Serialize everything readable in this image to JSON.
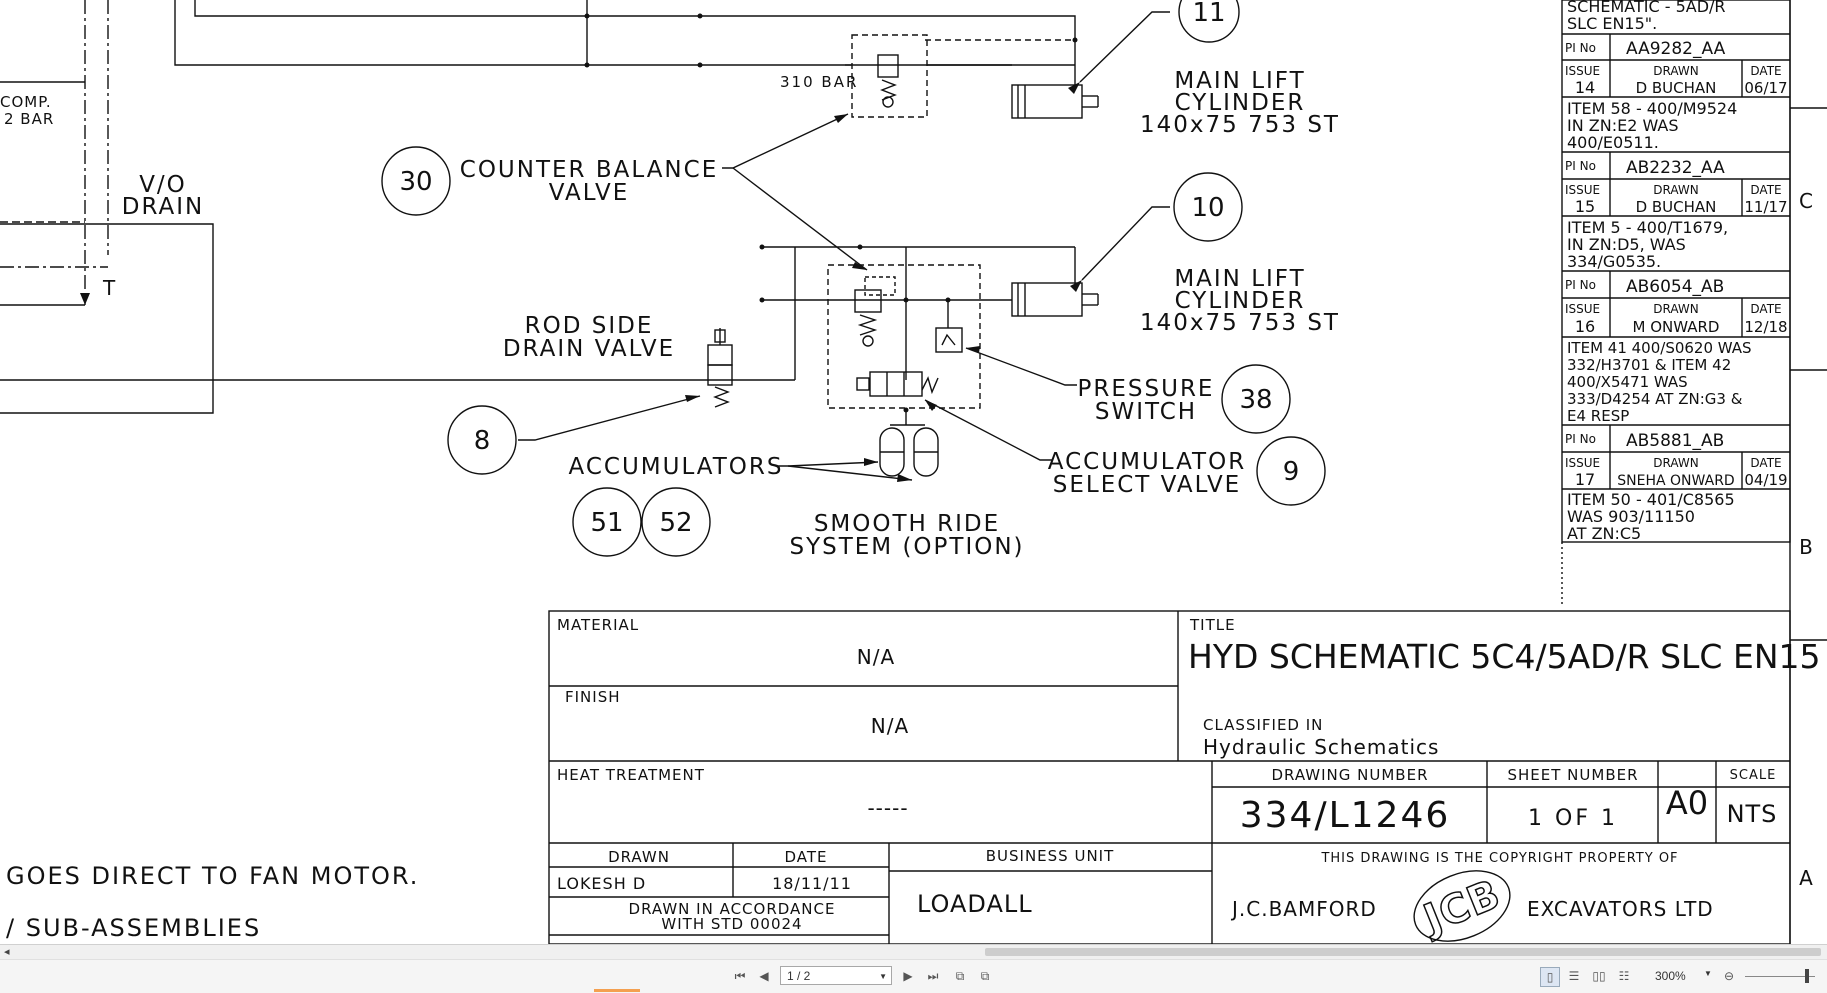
{
  "drawing": {
    "labels": {
      "bar310": "310 BAR",
      "main_lift_1_l1": "MAIN LIFT",
      "main_lift_1_l2": "CYLINDER",
      "main_lift_1_l3": "140x75 753 ST",
      "main_lift_2_l1": "MAIN LIFT",
      "main_lift_2_l2": "CYLINDER",
      "main_lift_2_l3": "140x75 753 ST",
      "cbv_l1": "COUNTER BALANCE",
      "cbv_l2": "VALVE",
      "vo_l1": "V/O",
      "vo_l2": "DRAIN",
      "comp_l1": "COMP.",
      "comp_l2": "2 BAR",
      "t_port": "T",
      "rod_l1": "ROD SIDE",
      "rod_l2": "DRAIN VALVE",
      "pressure_l1": "PRESSURE",
      "pressure_l2": "SWITCH",
      "accumulators": "ACCUMULATORS",
      "acc_sel_l1": "ACCUMULATOR",
      "acc_sel_l2": "SELECT VALVE",
      "smooth_l1": "SMOOTH RIDE",
      "smooth_l2": "SYSTEM (OPTION)",
      "fan_note": "GOES DIRECT TO FAN MOTOR.",
      "sub_note": "/ SUB-ASSEMBLIES"
    },
    "balloons": {
      "b11": "11",
      "b30": "30",
      "b10": "10",
      "b38": "38",
      "b8": "8",
      "b9": "9",
      "b51": "51",
      "b52": "52"
    },
    "revision_block": {
      "top_l1": "SCHEMATIC - 5AD/R",
      "top_l2": "SLC EN15\".",
      "pi_label": "PI No",
      "issue_label": "ISSUE",
      "drawn_label": "DRAWN",
      "date_label": "DATE",
      "revisions": [
        {
          "pi": "AA9282_AA",
          "issue": "14",
          "drawn": "D BUCHAN",
          "date": "06/17",
          "notes": [
            "ITEM 58 - 400/M9524",
            "IN ZN:E2 WAS",
            "400/E0511."
          ]
        },
        {
          "pi": "AB2232_AA",
          "issue": "15",
          "drawn": "D BUCHAN",
          "date": "11/17",
          "notes": [
            "ITEM 5 - 400/T1679,",
            "IN ZN:D5, WAS",
            "334/G0535."
          ]
        },
        {
          "pi": "AB6054_AB",
          "issue": "16",
          "drawn": "M ONWARD",
          "date": "12/18",
          "notes": [
            "ITEM 41 400/S0620 WAS",
            "332/H3701 & ITEM 42",
            "400/X5471 WAS",
            "333/D4254 AT ZN:G3 &",
            "E4 RESP"
          ]
        },
        {
          "pi": "AB5881_AB",
          "issue": "17",
          "drawn": "SNEHA ONWARD",
          "date": "04/19",
          "notes": [
            "ITEM 50 - 401/C8565",
            "WAS 903/11150",
            "AT ZN:C5"
          ]
        }
      ]
    },
    "zones": {
      "c": "C",
      "b": "B",
      "a": "A"
    },
    "title_block": {
      "material_label": "MATERIAL",
      "material_value": "N/A",
      "finish_label": "FINISH",
      "finish_value": "N/A",
      "heat_label": "HEAT TREATMENT",
      "heat_value": "-----",
      "title_label": "TITLE",
      "title_value": "HYD SCHEMATIC 5C4/5AD/R SLC EN15",
      "classified_label": "CLASSIFIED IN",
      "classified_value": "Hydraulic Schematics",
      "drawing_number_label": "DRAWING NUMBER",
      "drawing_number_value": "334/L1246",
      "sheet_label": "SHEET NUMBER",
      "sheet_value": "1 OF 1",
      "size_value": "A0",
      "scale_label": "SCALE",
      "scale_value": "NTS",
      "drawn_label": "DRAWN",
      "drawn_value": "LOKESH D",
      "date_label": "DATE",
      "date_value": "18/11/11",
      "business_unit_label": "BUSINESS UNIT",
      "business_unit_value": "LOADALL",
      "accordance_l1": "DRAWN IN ACCORDANCE",
      "accordance_l2": "WITH STD 00024",
      "copyright": "THIS DRAWING IS THE COPYRIGHT PROPERTY OF",
      "company_left": "J.C.BAMFORD",
      "company_right": "EXCAVATORS LTD",
      "logo_text": "JCB"
    }
  },
  "viewer": {
    "page_value": "1 / 2",
    "zoom_value": "300%",
    "icons": [
      "first-page-icon",
      "prev-page-icon",
      "next-page-icon",
      "last-page-icon",
      "single-page-icon",
      "continuous-page-icon",
      "two-page-icon",
      "two-continuous-icon",
      "zoom-out-icon"
    ]
  }
}
